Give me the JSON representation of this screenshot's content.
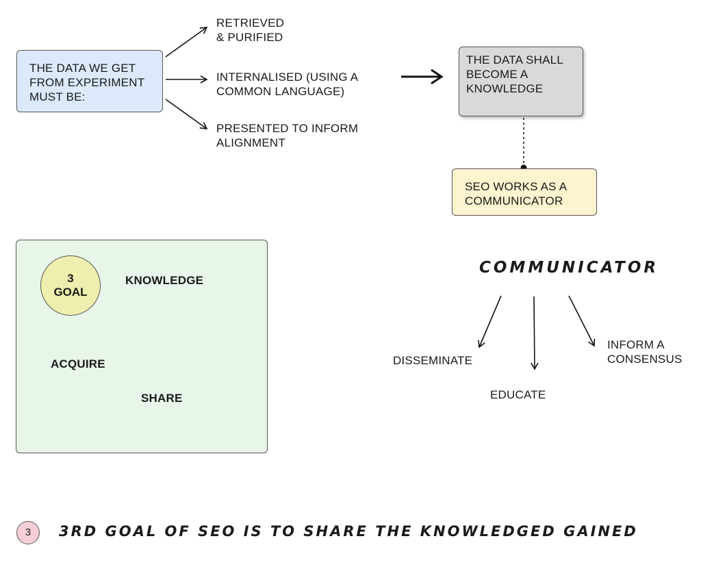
{
  "top_left_box": {
    "text": "THE DATA WE GET\nFROM EXPERIMENT\nMUST BE:",
    "color": "#dce9fb"
  },
  "branches": [
    {
      "text": "RETRIEVED\n& PURIFIED"
    },
    {
      "text": "INTERNALISED (USING A\nCOMMON LANGUAGE)"
    },
    {
      "text": "PRESENTED TO INFORM\nALIGNMENT"
    }
  ],
  "knowledge_box": {
    "text": "THE DATA SHALL\nBECOME A\nKNOWLEDGE",
    "color": "#d9d9d9"
  },
  "communicator_box": {
    "text": "SEO WORKS AS A\nCOMMUNICATOR",
    "color": "#fcf3cf"
  },
  "goal_panel": {
    "color": "#e8f6e9",
    "badge": {
      "number": "3",
      "label": "GOAL",
      "color": "#eeeeae"
    },
    "root": "KNOWLEDGE",
    "children": [
      "ACQUIRE",
      "SHARE"
    ]
  },
  "communicator_tree": {
    "title": "COMMUNICATOR",
    "children": [
      "DISSEMINATE",
      "EDUCATE",
      "INFORM A\nCONSENSUS"
    ]
  },
  "footer": {
    "step_number": "3",
    "step_color": "#f6cfd6",
    "caption": "3RD GOAL OF SEO IS TO SHARE THE KNOWLEDGED GAINED"
  }
}
